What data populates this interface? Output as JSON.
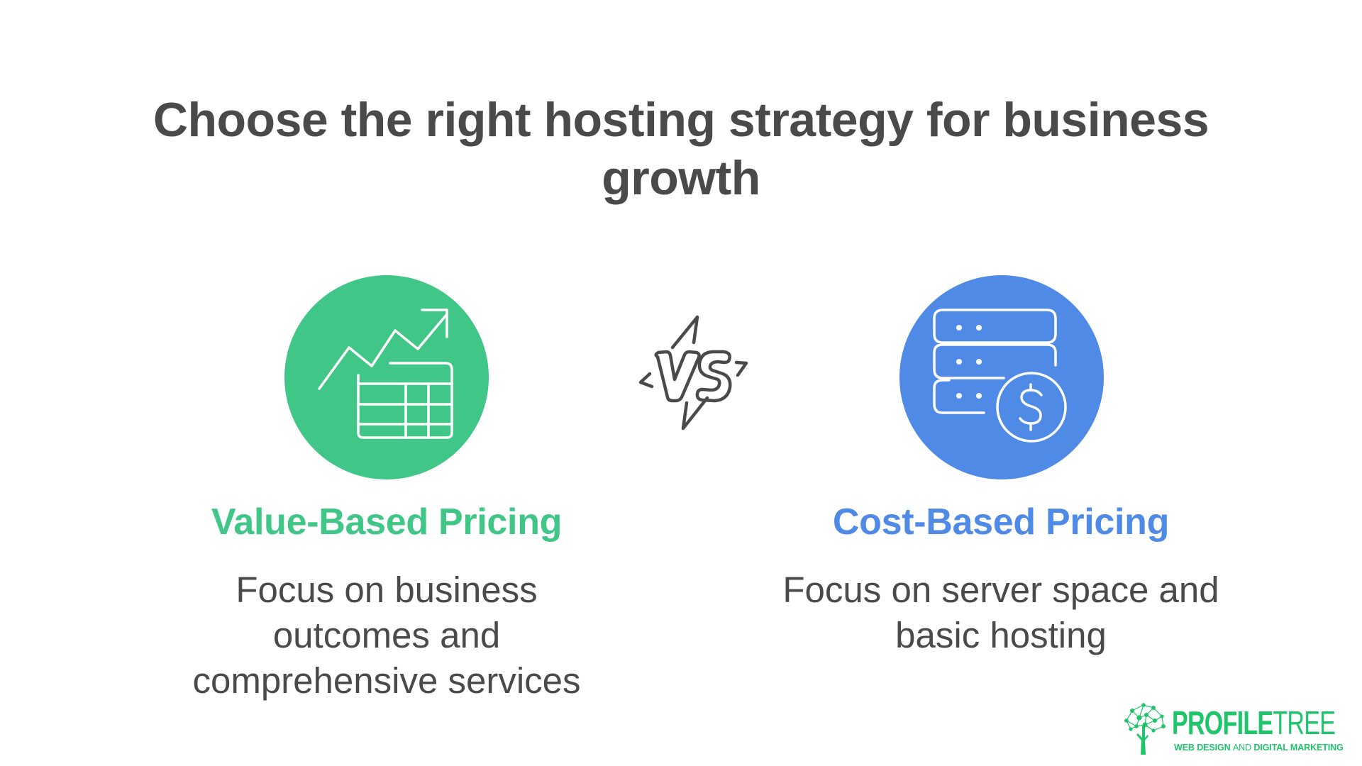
{
  "title": {
    "line1": "Choose the right hosting strategy for business",
    "line2": "growth",
    "color": "#4a4a4a"
  },
  "options": [
    {
      "heading": "Value-Based Pricing",
      "color": "#40c687",
      "icon": "chart-growth-table-icon",
      "body_lines": [
        "Focus on business",
        "outcomes and",
        "comprehensive services"
      ]
    },
    {
      "heading": "Cost-Based Pricing",
      "color": "#4f8be6",
      "icon": "server-dollar-icon",
      "body_lines": [
        "Focus on server space and",
        "basic hosting"
      ]
    }
  ],
  "versus": {
    "icon": "vs-lightning-icon",
    "label": "VS"
  },
  "logo": {
    "word_bold": "PROFILE",
    "word_light": "TREE",
    "tagline_part1": "WEB DESIGN ",
    "tagline_part2": "AND",
    "tagline_part3": " DIGITAL MARKETING",
    "color": "#1fc46b"
  }
}
